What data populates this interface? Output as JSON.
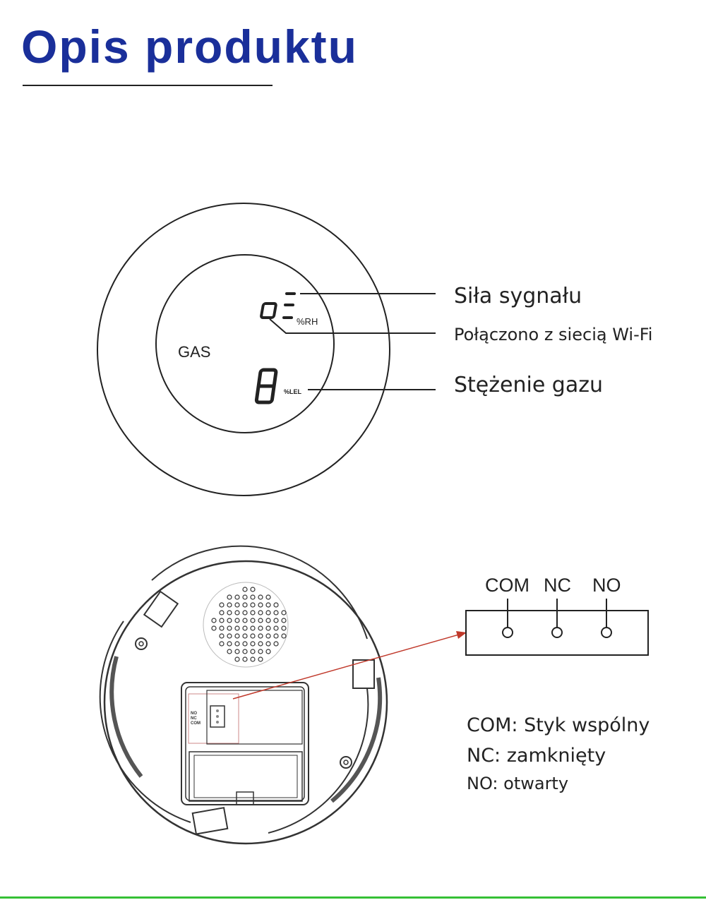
{
  "title": "Opis produktu",
  "front_view": {
    "lcd_gas_label": "GAS",
    "lcd_rh_unit": "%RH",
    "lcd_lel_unit": "%LEL",
    "callouts": [
      "Siła sygnału",
      "Połączono z siecią Wi-Fi",
      "Stężenie gazu"
    ]
  },
  "back_view": {
    "board_labels": [
      "NO",
      "NC",
      "COM"
    ],
    "terminals": [
      "COM",
      "NC",
      "NO"
    ],
    "legend": [
      "COM: Styk wspólny",
      "NC: zamknięty",
      "NO: otwarty"
    ]
  },
  "colors": {
    "title": "#1a2f9a",
    "arrow": "#c0392b",
    "accent_line": "#35c035"
  }
}
